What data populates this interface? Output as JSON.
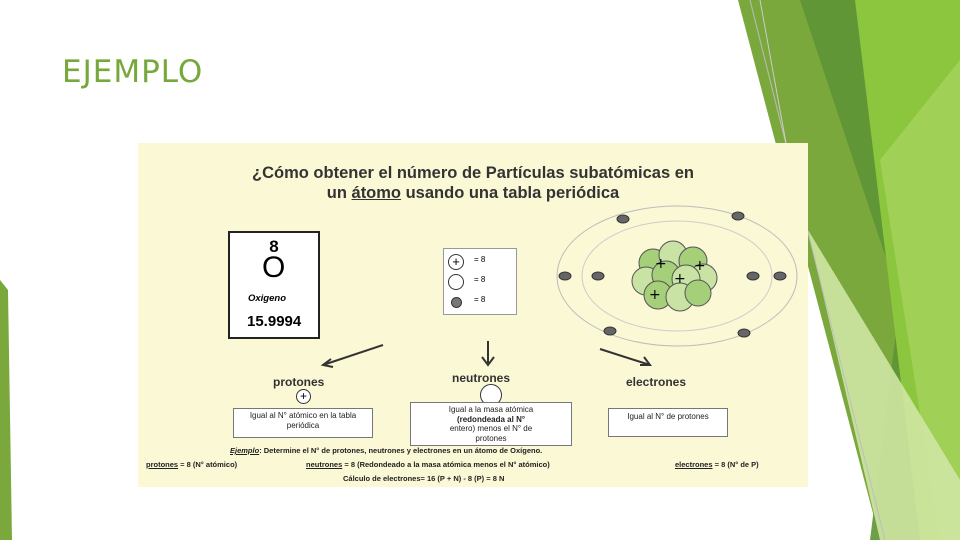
{
  "slide": {
    "title": "EJEMPLO"
  },
  "colors": {
    "accent_green": "#76a83c",
    "figure_bg": "#fbf8d6"
  },
  "figure": {
    "title_line1": "¿Cómo obtener el número de Partículas subatómicas en",
    "title_line2_a": "un ",
    "title_line2_b": "átomo",
    "title_line2_c": " usando una tabla periódica",
    "element": {
      "number": "8",
      "symbol": "O",
      "name": "Oxigeno",
      "mass": "15.9994"
    },
    "legend": {
      "plus": "+",
      "p_value": "= 8",
      "n_value": "= 8",
      "e_value": "= 8"
    },
    "particles": {
      "protons": {
        "label": "protones",
        "icon": "plus",
        "desc": "Igual al  N° atómico en la tabla periódica"
      },
      "neutrons": {
        "label": "neutrones",
        "desc_1": "Igual a la masa atómica",
        "desc_2": "(redondeada al N°",
        "desc_3": "entero) menos el N° de",
        "desc_4": "protones"
      },
      "electrons": {
        "label": "electrones",
        "desc": "Igual al N° de protones"
      }
    },
    "example": {
      "label": "Ejemplo",
      "statement": ":  Determine el N° de protones, neutrones y electrones en un átomo de Oxígeno.",
      "protons_term": "protones",
      "protons_rest": " = 8 (N° atómico)",
      "neutrons_term": "neutrones",
      "neutrons_rest": " = 8 (Redondeado a la masa atómica menos el N° atómico)",
      "electrons_term": "electrones",
      "electrons_rest": " = 8 (N° de P)",
      "calc": "Cálculo de electrones= 16 (P + N) - 8 (P) = 8 N"
    }
  }
}
